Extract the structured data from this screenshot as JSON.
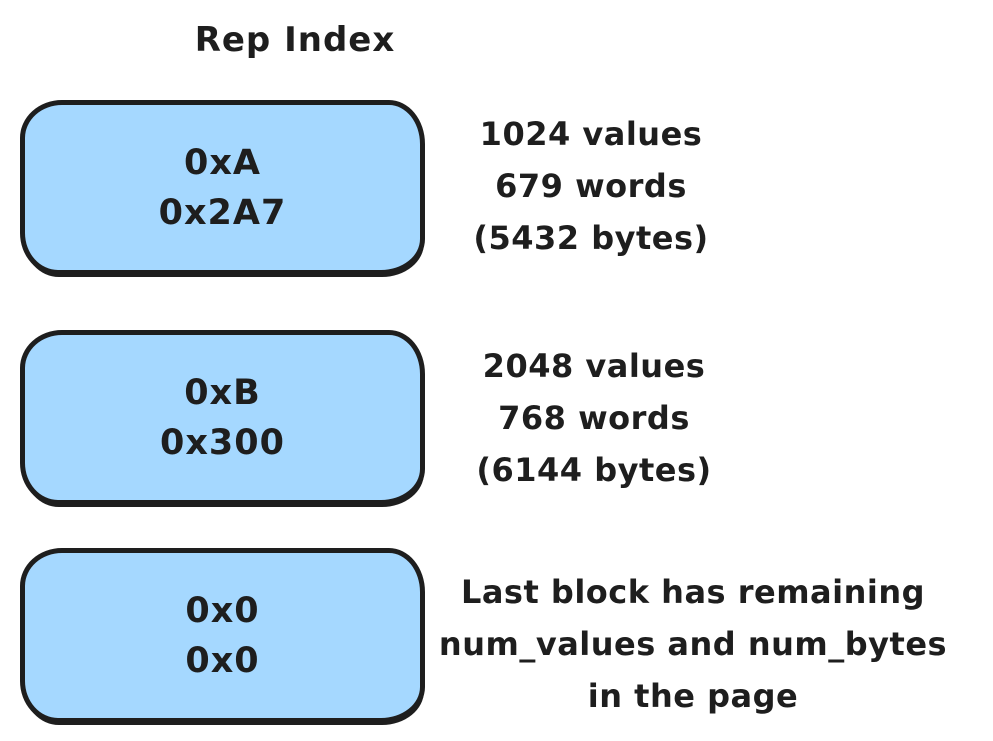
{
  "title": "Rep Index",
  "colors": {
    "block_fill": "#a5d8ff",
    "stroke": "#1e1e1e",
    "text": "#1e1e1e",
    "background": "#ffffff"
  },
  "blocks": [
    {
      "lines": [
        "0xA",
        "0x2A7"
      ],
      "annotation": [
        "1024 values",
        "679 words",
        "(5432 bytes)"
      ]
    },
    {
      "lines": [
        "0xB",
        "0x300"
      ],
      "annotation": [
        "2048 values",
        "768 words",
        "(6144 bytes)"
      ]
    },
    {
      "lines": [
        "0x0",
        "0x0"
      ],
      "annotation": [
        "Last block has remaining",
        "num_values and num_bytes",
        "in the page"
      ]
    }
  ]
}
